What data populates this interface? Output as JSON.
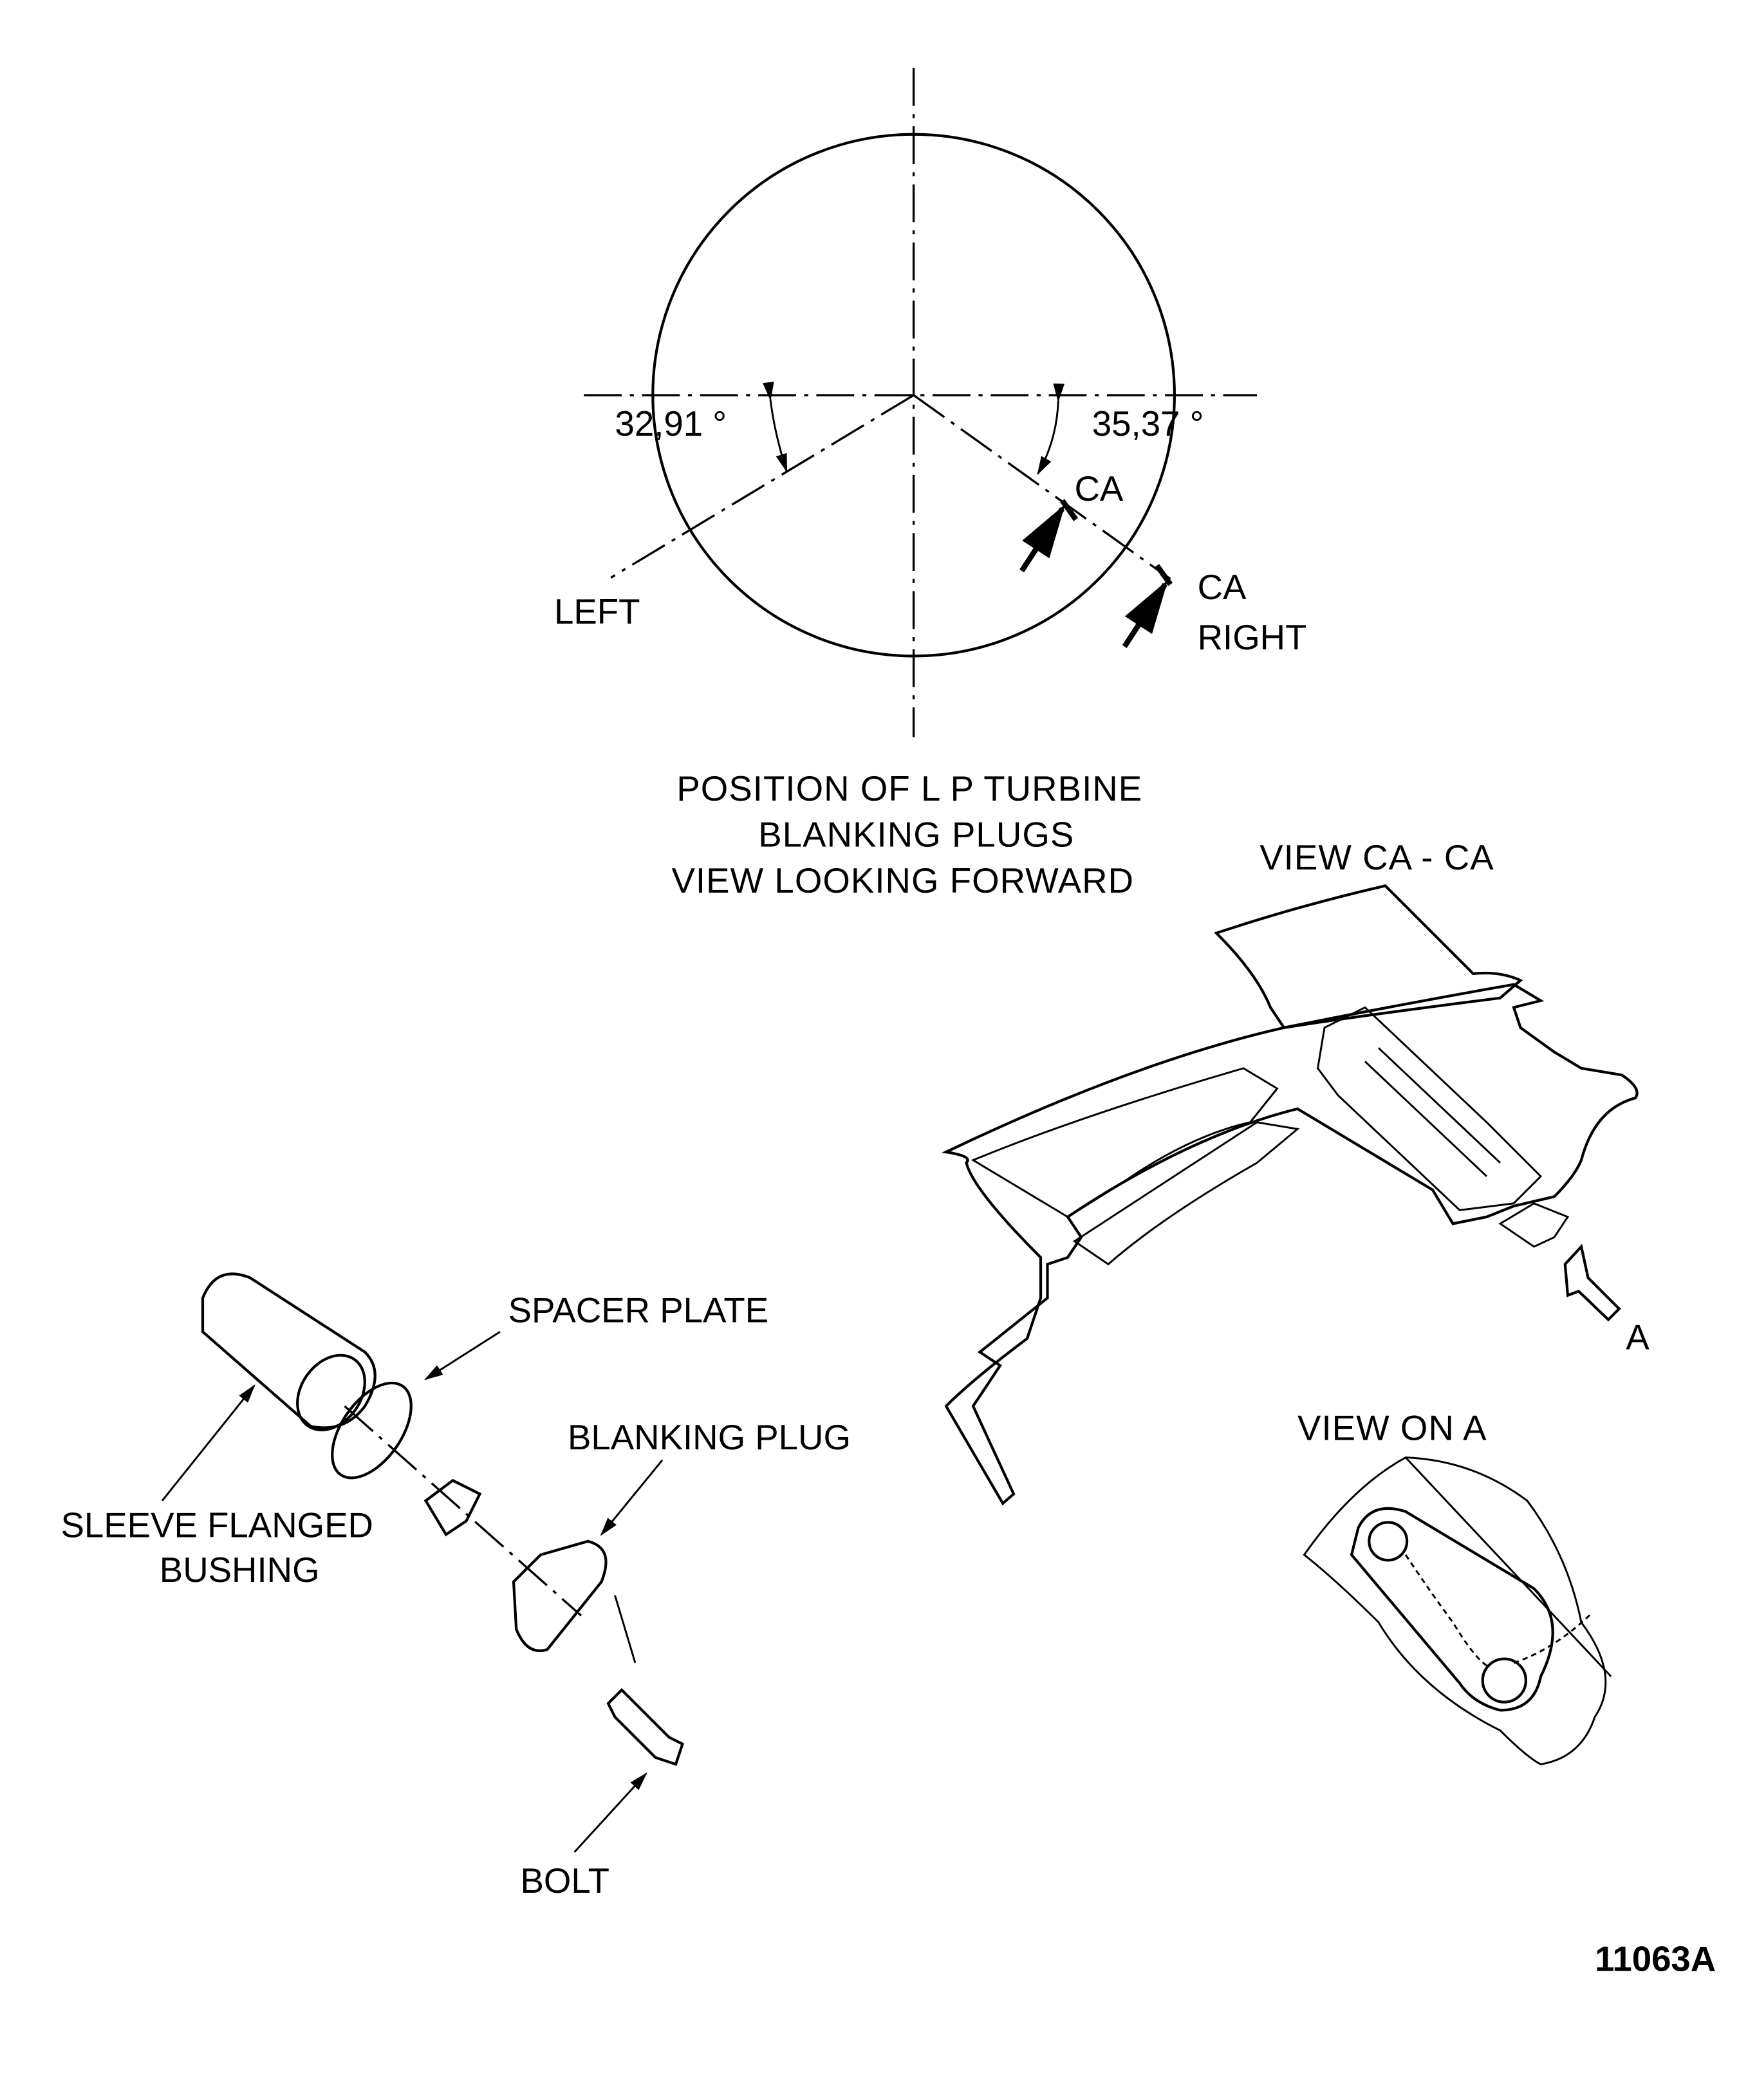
{
  "circle_view": {
    "angle_left": "32,91 °",
    "angle_right": "35,37 °",
    "section_mark_top": "CA",
    "section_mark_bottom": "CA",
    "left_label": "LEFT",
    "right_label": "RIGHT",
    "caption": [
      "POSITION OF L P  TURBINE",
      "BLANKING PLUGS",
      "VIEW LOOKING FORWARD"
    ]
  },
  "section_view": {
    "title": "VIEW CA - CA",
    "arrow_label": "A"
  },
  "view_on_a": {
    "title": "VIEW ON A"
  },
  "exploded_view": {
    "spacer_plate": "SPACER PLATE",
    "blanking_plug": "BLANKING PLUG",
    "sleeve_line1": "SLEEVE FLANGED",
    "sleeve_line2": "BUSHING",
    "bolt": "BOLT"
  },
  "figure_number": "11063A"
}
